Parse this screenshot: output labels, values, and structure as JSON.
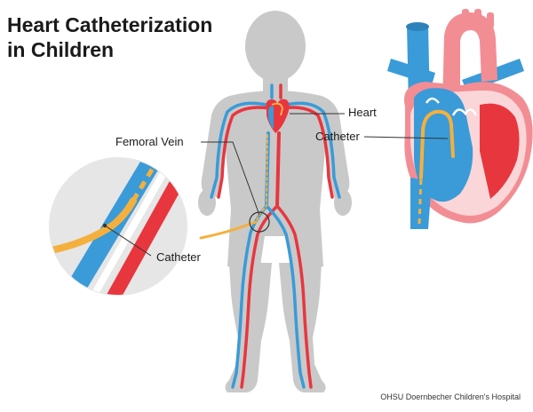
{
  "title": {
    "line1": "Heart Catheterization",
    "line2": "in Children"
  },
  "labels": {
    "heart": "Heart",
    "catheter_heart": "Catheter",
    "femoral_vein": "Femoral Vein",
    "catheter_zoom": "Catheter"
  },
  "credit": "OHSU Doernbecher Children's Hospital",
  "colors": {
    "silhouette": "#c9c9c9",
    "vein": "#3a9bd8",
    "artery": "#e8363f",
    "catheter": "#f4b03e",
    "heart_pink": "#f38d94",
    "heart_light": "#fbd6d8",
    "zoom_circle": "#e6e6e6"
  }
}
